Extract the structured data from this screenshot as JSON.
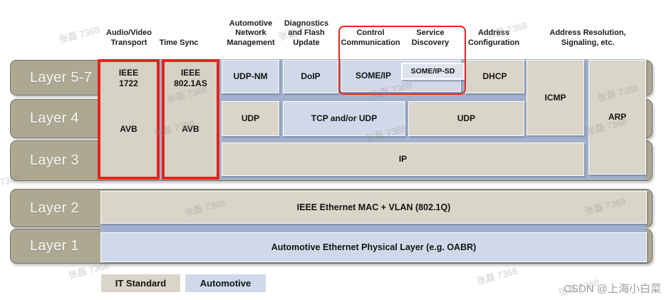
{
  "column_headers": [
    {
      "label": "Audio/Video\nTransport"
    },
    {
      "label": "Time Sync"
    },
    {
      "label": "Automotive\nNetwork\nManagement"
    },
    {
      "label": "Diagnostics\nand Flash\nUpdate"
    },
    {
      "label": "Control\nCommunication"
    },
    {
      "label": "Service\nDiscovery"
    },
    {
      "label": "Address\nConfiguration"
    },
    {
      "label": "Address Resolution,\nSignaling, etc."
    }
  ],
  "layers": [
    "Layer 5-7",
    "Layer 4",
    "Layer 3",
    "Layer 2",
    "Layer 1"
  ],
  "protocols": {
    "ieee1722": "IEEE\n1722",
    "ieee8021as": "IEEE\n802.1AS",
    "avb": "AVB",
    "udp_nm": "UDP-NM",
    "doip": "DoIP",
    "someip": "SOME/IP",
    "someip_sd": "SOME/IP-SD",
    "dhcp": "DHCP",
    "icmp": "ICMP",
    "arp": "ARP",
    "udp": "UDP",
    "tcp_udp": "TCP and/or UDP",
    "ip": "IP",
    "layer2_protocol": "IEEE Ethernet MAC + VLAN (802.1Q)",
    "layer1_protocol": "Automotive Ethernet Physical Layer (e.g. OABR)"
  },
  "legend": [
    {
      "label": "IT Standard"
    },
    {
      "label": "Automotive"
    }
  ],
  "watermark_text": "张磊 7368",
  "credit_text": "CSDN @上海小白菜",
  "colors": {
    "layer_row": "#aca892",
    "it_standard_box": "#d9d5c8",
    "automotive_box": "#cfd9e9",
    "panel_background": "#a2b2ce",
    "highlight_red": "#e4251f"
  }
}
